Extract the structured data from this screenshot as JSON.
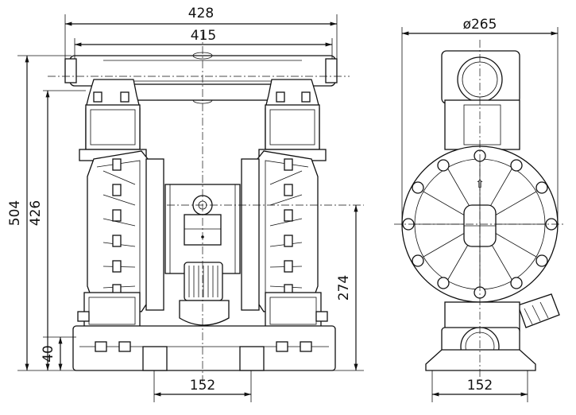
{
  "dimensions": {
    "overall_width": "428",
    "manifold_width": "415",
    "diameter": "ø265",
    "overall_height": "504",
    "port_height": "426",
    "center_height": "274",
    "base_height": "40",
    "foot_spacing_front": "152",
    "foot_spacing_side": "152"
  },
  "labels": {
    "flow_arrow": "⇧"
  }
}
